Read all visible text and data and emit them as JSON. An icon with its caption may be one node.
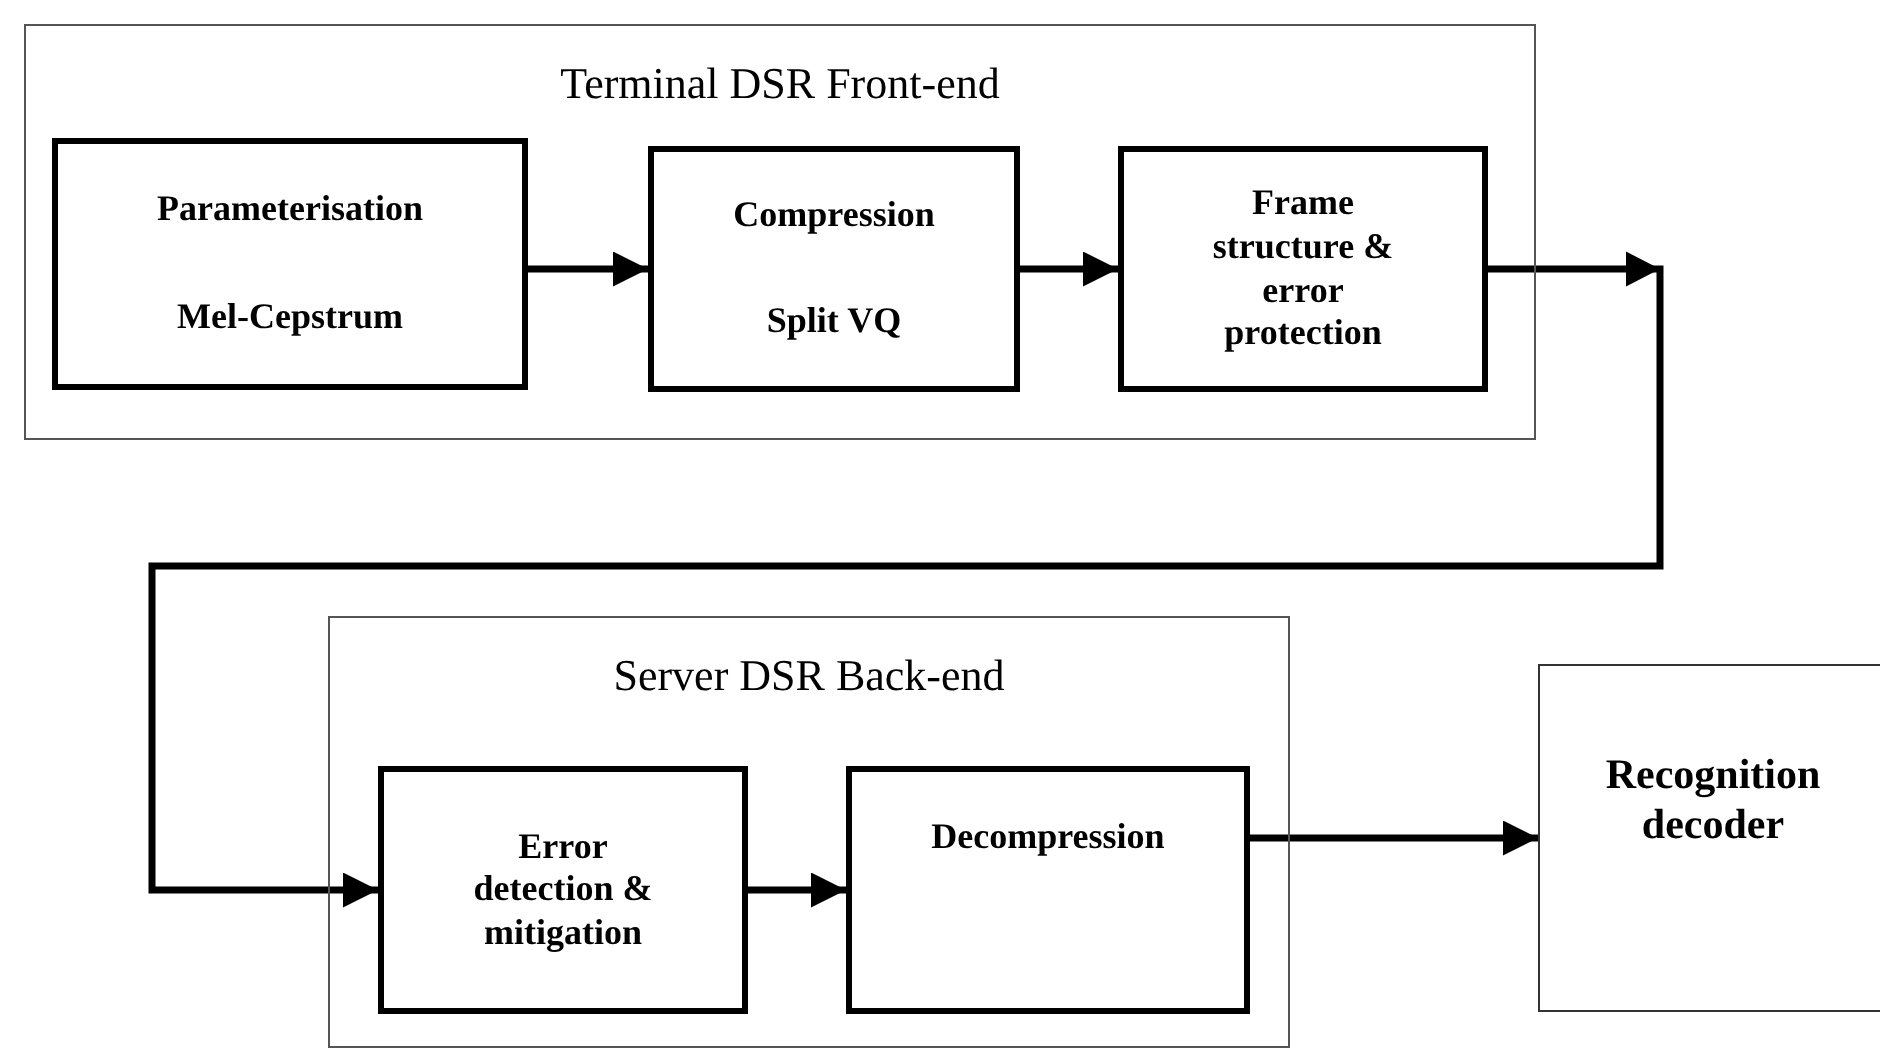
{
  "diagram": {
    "nodes": [
      {
        "text": [
          "Terminal DSR Front-end"
        ]
      },
      {
        "text": [
          "Parameterisation",
          "Mel-Cepstrum"
        ],
        "in": 0
      },
      {
        "text": [
          "Compression",
          "Split VQ"
        ],
        "in": 0
      },
      {
        "text": [
          "Frame structure & error protection"
        ],
        "in": 0
      },
      {
        "text": [
          "Server DSR Back-end"
        ]
      },
      {
        "text": [
          "Error detection & mitigation"
        ],
        "in": 4
      },
      {
        "text": [
          "Decompression"
        ],
        "in": 4
      },
      {
        "text": [
          "Recognition decoder"
        ]
      }
    ],
    "edges": [
      {
        "from": 1,
        "to": 2,
        "arrow": "to"
      },
      {
        "from": 2,
        "to": 3,
        "arrow": "to"
      },
      {
        "from": 3,
        "to": 5,
        "arrow": "to"
      },
      {
        "from": 5,
        "to": 6,
        "arrow": "to"
      },
      {
        "from": 6,
        "to": 7,
        "arrow": "to"
      }
    ]
  }
}
